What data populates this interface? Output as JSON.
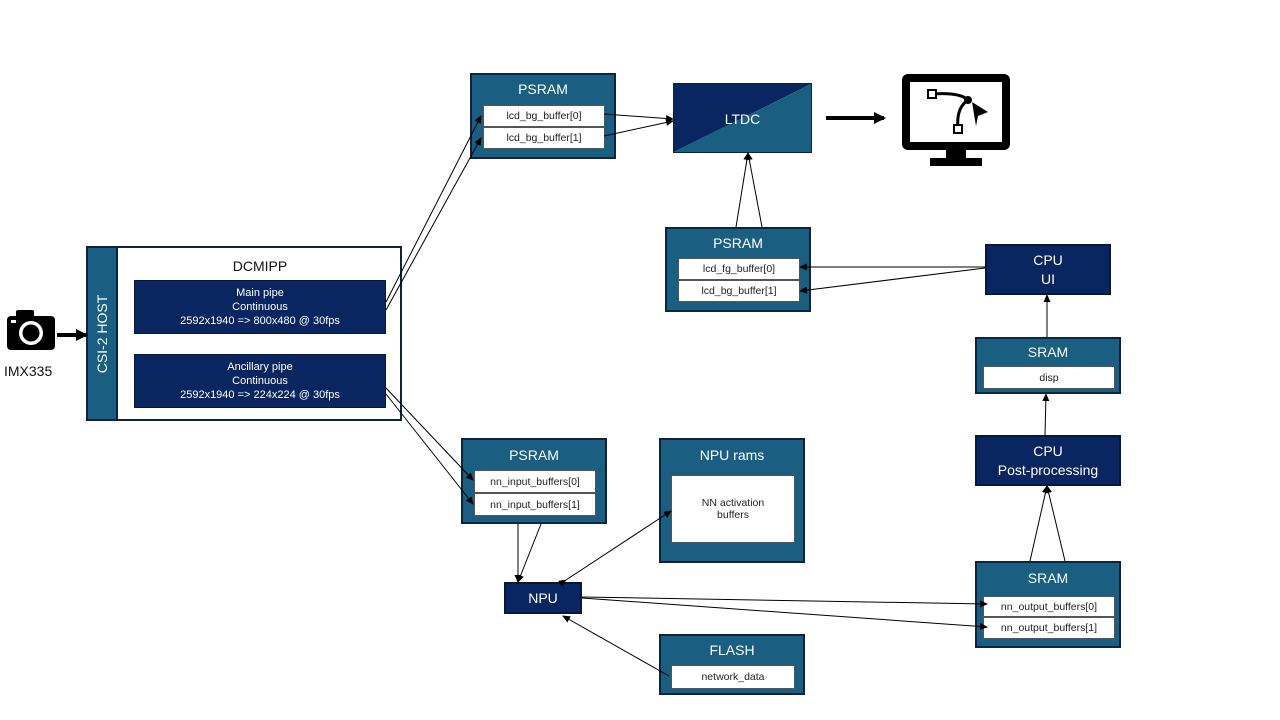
{
  "camera": {
    "label": "IMX335",
    "icon": "camera-icon"
  },
  "csi_host": {
    "label": "CSI-2 HOST"
  },
  "dcmipp": {
    "title": "DCMIPP",
    "main_pipe": {
      "name": "Main pipe",
      "mode": "Continuous",
      "format": "2592x1940 => 800x480 @ 30fps"
    },
    "ancillary_pipe": {
      "name": "Ancillary pipe",
      "mode": "Continuous",
      "format": "2592x1940 => 224x224 @ 30fps"
    }
  },
  "psram_bg": {
    "title": "PSRAM",
    "buffers": [
      "lcd_bg_buffer[0]",
      "lcd_bg_buffer[1]"
    ]
  },
  "ltdc": {
    "label": "LTDC"
  },
  "display": {
    "icon": "monitor-icon"
  },
  "psram_fg": {
    "title": "PSRAM",
    "buffers": [
      "lcd_fg_buffer[0]",
      "lcd_bg_buffer[1]"
    ]
  },
  "cpu_ui": {
    "line1": "CPU",
    "line2": "UI"
  },
  "sram_disp": {
    "title": "SRAM",
    "buffers": [
      "disp"
    ]
  },
  "cpu_post": {
    "line1": "CPU",
    "line2": "Post-processing"
  },
  "sram_out": {
    "title": "SRAM",
    "buffers": [
      "nn_output_buffers[0]",
      "nn_output_buffers[1]"
    ]
  },
  "psram_nn": {
    "title": "PSRAM",
    "buffers": [
      "nn_input_buffers[0]",
      "nn_input_buffers[1]"
    ]
  },
  "npu_rams": {
    "title": "NPU rams",
    "content_line1": "NN activation",
    "content_line2": "buffers"
  },
  "npu": {
    "label": "NPU"
  },
  "flash": {
    "title": "FLASH",
    "buffers": [
      "network_data"
    ]
  },
  "colors": {
    "memory_block": "#1a5f82",
    "compute_block": "#0a2660",
    "border": "#0d2340"
  }
}
